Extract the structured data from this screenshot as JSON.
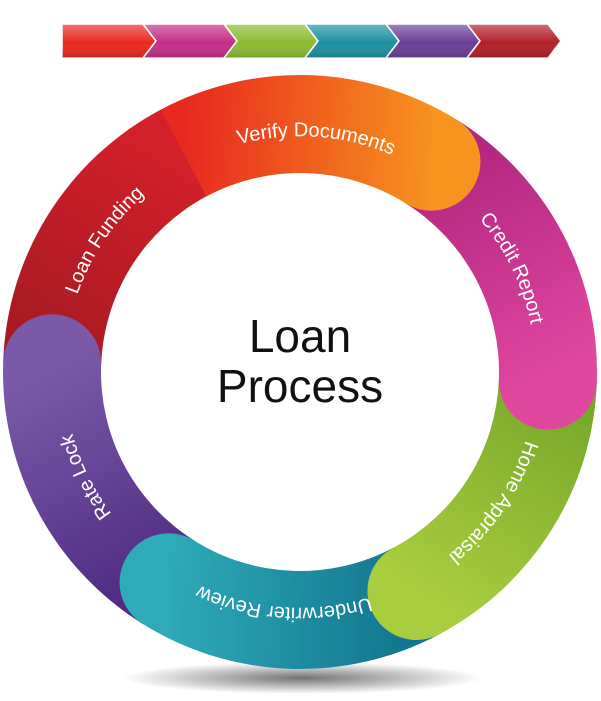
{
  "diagram": {
    "title_lines": [
      "Loan",
      "Process"
    ],
    "steps": [
      {
        "label": "Verify Documents",
        "color_dark": "#e8281f",
        "color_light": "#f7931e"
      },
      {
        "label": "Credit Report",
        "color_dark": "#b1267f",
        "color_light": "#e0479f"
      },
      {
        "label": "Home Appraisal",
        "color_dark": "#77a82a",
        "color_light": "#a9cd3e"
      },
      {
        "label": "Underwriter Review",
        "color_dark": "#10748d",
        "color_light": "#2eaab8"
      },
      {
        "label": "Rate Lock",
        "color_dark": "#4f2a82",
        "color_light": "#7a5aa8"
      },
      {
        "label": "Loan Funding",
        "color_dark": "#a61a22",
        "color_light": "#d4202a"
      }
    ],
    "top_arrow_colors": [
      "#e8281f",
      "#c42f88",
      "#8bbb33",
      "#1f90a4",
      "#6a3f98",
      "#b2202a"
    ]
  }
}
